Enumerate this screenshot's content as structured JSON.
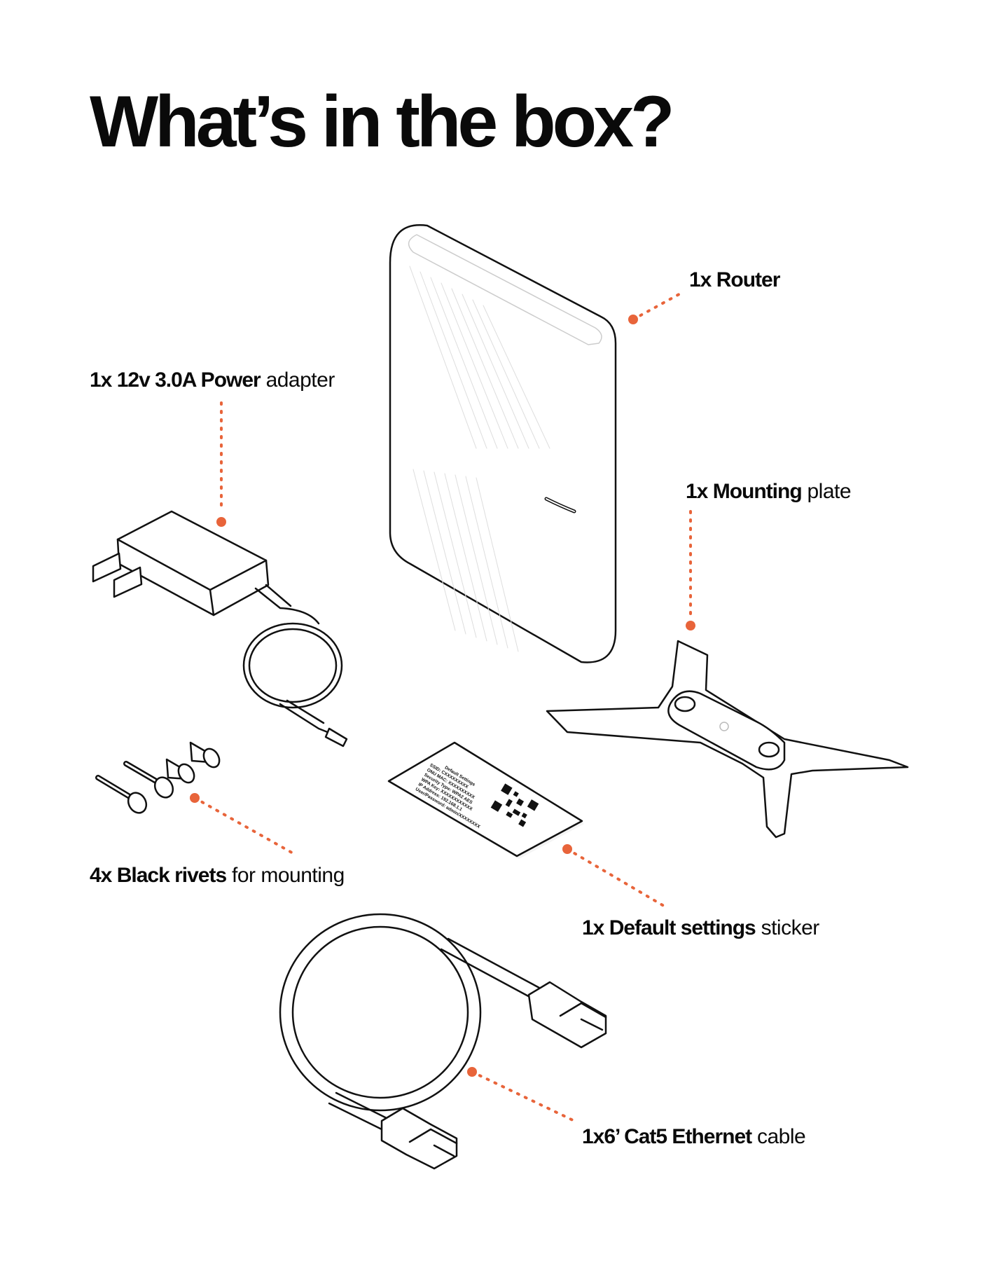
{
  "title": "What’s in the box?",
  "accent_color": "#e8643a",
  "items": {
    "router": {
      "bold": "1x Router",
      "regular": ""
    },
    "power": {
      "bold": "1x 12v 3.0A Power",
      "regular": "adapter"
    },
    "plate": {
      "bold": "1x Mounting",
      "regular": "plate"
    },
    "rivets": {
      "bold": "4x Black rivets",
      "regular": "for mounting"
    },
    "sticker": {
      "bold": "1x Default settings",
      "regular": "sticker"
    },
    "cable": {
      "bold": "1x6’ Cat5 Ethernet",
      "regular": "cable"
    }
  },
  "sticker": {
    "heading": "Default Settings",
    "lines": [
      "SSID: CXXXXXXXXX",
      "ONU MAC: XXXXXXXXXX",
      "Security Type: WPA2 AES",
      "WPA Key: XXXXXXXXXXXX",
      "IP Address: 192.168.1.1",
      "User/Password: admin/XXXXXXXX"
    ]
  }
}
